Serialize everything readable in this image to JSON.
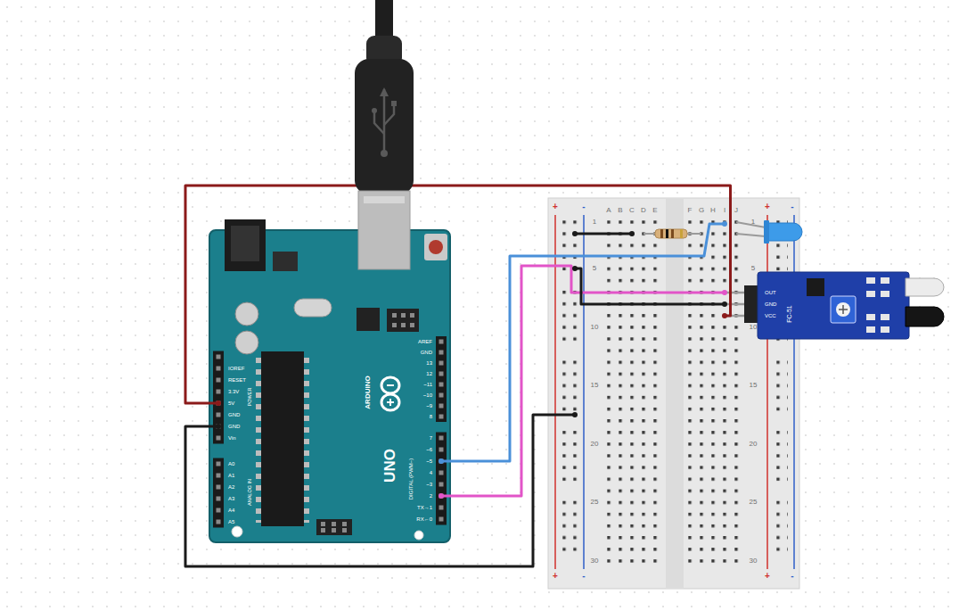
{
  "diagram": {
    "labels": [
      "IOREF",
      "RESET",
      "3.3V",
      "5V",
      "GND",
      "GND",
      "Vin",
      "A0",
      "A1",
      "A2",
      "A3",
      "A4",
      "A5",
      "POWER",
      "ANALOG IN",
      "AREF",
      "GND",
      "13",
      "12",
      "~11",
      "~10",
      "~9",
      "8",
      "7",
      "~6",
      "~5",
      "4",
      "~3",
      "2",
      "TX→1",
      "RX←0",
      "DIGITAL (PWM~)",
      "ARDUINO",
      "UNO",
      "A",
      "B",
      "C",
      "D",
      "E",
      "F",
      "G",
      "H",
      "I",
      "J",
      "1",
      "5",
      "10",
      "15",
      "20",
      "25",
      "30",
      "1",
      "5",
      "10",
      "15",
      "20",
      "25",
      "30",
      "+",
      "-",
      "+",
      "-",
      "+",
      "-",
      "+",
      "-",
      "OUT",
      "GND",
      "VCC",
      "FC-51"
    ]
  }
}
